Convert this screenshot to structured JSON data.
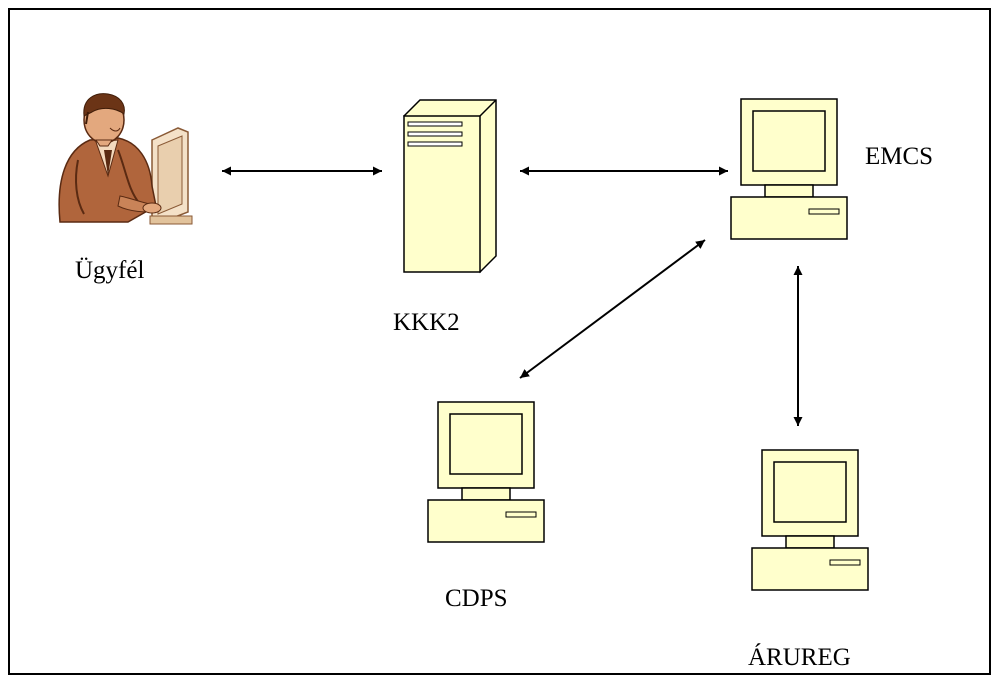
{
  "colors": {
    "border": "#000000",
    "device_fill": "#ffffcc",
    "device_stroke": "#000000",
    "person_skin": "#b0653c",
    "person_dark": "#5a2a12",
    "arrow": "#000000"
  },
  "nodes": {
    "client": {
      "label": "Ügyfél",
      "icon": "person-at-computer-icon"
    },
    "kkk2": {
      "label": "KKK2",
      "icon": "server-tower-icon"
    },
    "emcs": {
      "label": "EMCS",
      "icon": "desktop-computer-icon"
    },
    "cdps": {
      "label": "CDPS",
      "icon": "desktop-computer-icon"
    },
    "arureg": {
      "label": "ÁRUREG",
      "icon": "desktop-computer-icon"
    }
  },
  "connections": [
    {
      "from": "client",
      "to": "kkk2",
      "direction": "bidirectional"
    },
    {
      "from": "kkk2",
      "to": "emcs",
      "direction": "bidirectional"
    },
    {
      "from": "emcs",
      "to": "cdps",
      "direction": "bidirectional"
    },
    {
      "from": "emcs",
      "to": "arureg",
      "direction": "bidirectional"
    }
  ]
}
